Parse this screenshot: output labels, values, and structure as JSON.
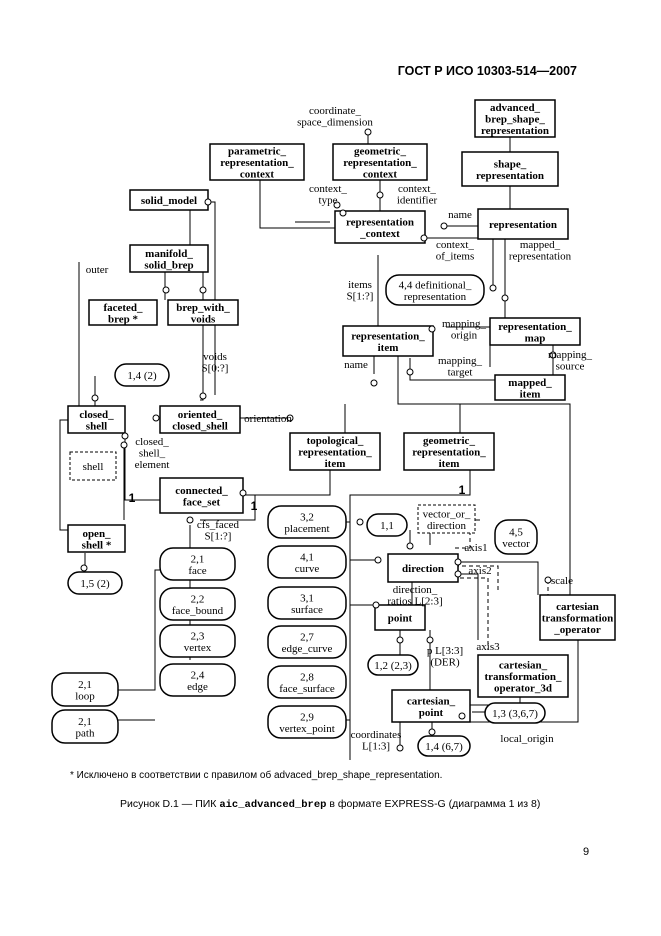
{
  "header": "ГОСТ Р ИСО 10303-514—2007",
  "entities": {
    "advanced_brep_shape_representation": [
      "advanced_",
      "brep_shape_",
      "representation"
    ],
    "shape_representation": [
      "shape_",
      "representation"
    ],
    "parametric_representation_context": [
      "parametric_",
      "representation_",
      "context"
    ],
    "geometric_representation_context": [
      "geometric_",
      "representation_",
      "context"
    ],
    "representation_context": [
      "representation",
      "_context"
    ],
    "representation": [
      "representation"
    ],
    "solid_model": [
      "solid_model"
    ],
    "manifold_solid_brep": [
      "manifold_",
      "solid_brep"
    ],
    "faceted_brep": [
      "faceted_",
      "brep *"
    ],
    "brep_with_voids": [
      "brep_with_",
      "voids"
    ],
    "representation_item": [
      "representation_",
      "item"
    ],
    "representation_map": [
      "representation_",
      "map"
    ],
    "mapped_item": [
      "mapped_",
      "item"
    ],
    "closed_shell": [
      "closed_",
      "shell"
    ],
    "oriented_closed_shell": [
      "oriented_",
      "closed_shell"
    ],
    "topological_representation_item": [
      "topological_",
      "representation_",
      "item"
    ],
    "geometric_representation_item": [
      "geometric_",
      "representation_",
      "item"
    ],
    "connected_face_set": [
      "connected_",
      "face_set"
    ],
    "open_shell": [
      "open_",
      "shell *"
    ],
    "direction": [
      "direction"
    ],
    "point": [
      "point"
    ],
    "cartesian_point": [
      "cartesian_",
      "point"
    ],
    "cartesian_transformation_operator": [
      "cartesian",
      "transformation",
      "_operator"
    ],
    "cartesian_transformation_operator_3d": [
      "cartesian_",
      "transformation_",
      "operator_3d"
    ]
  },
  "types": {
    "shell": "shell",
    "vector_or_direction": [
      "vector_or_",
      "direction"
    ]
  },
  "page_refs": {
    "definitional": [
      "4,4 definitional_",
      "representation"
    ],
    "r14_2": "1,4 (2)",
    "r15_2": "1,5 (2)",
    "r11": "1,1",
    "r45": [
      "4,5",
      "vector"
    ],
    "placement": [
      "3,2",
      "placement"
    ],
    "curve": [
      "4,1",
      "curve"
    ],
    "surface": [
      "3,1",
      "surface"
    ],
    "edge_curve": [
      "2,7",
      "edge_curve"
    ],
    "face_surface": [
      "2,8",
      "face_surface"
    ],
    "vertex_point": [
      "2,9",
      "vertex_point"
    ],
    "face": [
      "2,1",
      "face"
    ],
    "face_bound": [
      "2,2",
      "face_bound"
    ],
    "vertex": [
      "2,3",
      "vertex"
    ],
    "edge": [
      "2,4",
      "edge"
    ],
    "loop": [
      "2,1",
      "loop"
    ],
    "path": [
      "2,1",
      "path"
    ],
    "r12_23": "1,2 (2,3)",
    "r13_367": "1,3 (3,6,7)",
    "r14_67": "1,4 (6,7)"
  },
  "attributes": {
    "coordinate_space_dimension": [
      "coordinate_",
      "space_dimension"
    ],
    "context_type": [
      "context_",
      "type"
    ],
    "context_identifier": [
      "context_",
      "identifier"
    ],
    "name_rep": "name",
    "context_of_items": [
      "context_",
      "of_items"
    ],
    "mapped_representation": [
      "mapped_",
      "representation"
    ],
    "items": [
      "items",
      "S[1:?]"
    ],
    "mapping_origin": [
      "mapping_",
      "origin"
    ],
    "name_item": "name",
    "mapping_target": [
      "mapping_",
      "target"
    ],
    "mapping_source": [
      "mapping_",
      "source"
    ],
    "outer": "outer",
    "voids": [
      "voids",
      "S[0:?]"
    ],
    "orientation": "orientation",
    "closed_shell_element": [
      "closed_",
      "shell_",
      "element"
    ],
    "cfs_faces": [
      "cfs_faced",
      "S[1:?]"
    ],
    "axis1": "axis1",
    "axis2": "axis2",
    "axis3": "axis3",
    "scale": "scale",
    "direction_ratios": [
      "direction_",
      "ratios L[2:3]"
    ],
    "p_l33": [
      "p L[3:3]",
      "(DER)"
    ],
    "coordinates": [
      "coordinates",
      "L[1:3]"
    ],
    "local_origin": "local_origin",
    "one_a": "1",
    "one_b": "1",
    "one_c": "1"
  },
  "footnote": "* Исключено в соответствии с правилом об advaced_brep_shape_representation.",
  "caption": {
    "prefix": "Рисунок D.1 — ПИК ",
    "name": "aic_advanced_brep",
    "suffix": " в формате EXPRESS-G (диаграмма 1 из 8)"
  },
  "page_number": "9"
}
